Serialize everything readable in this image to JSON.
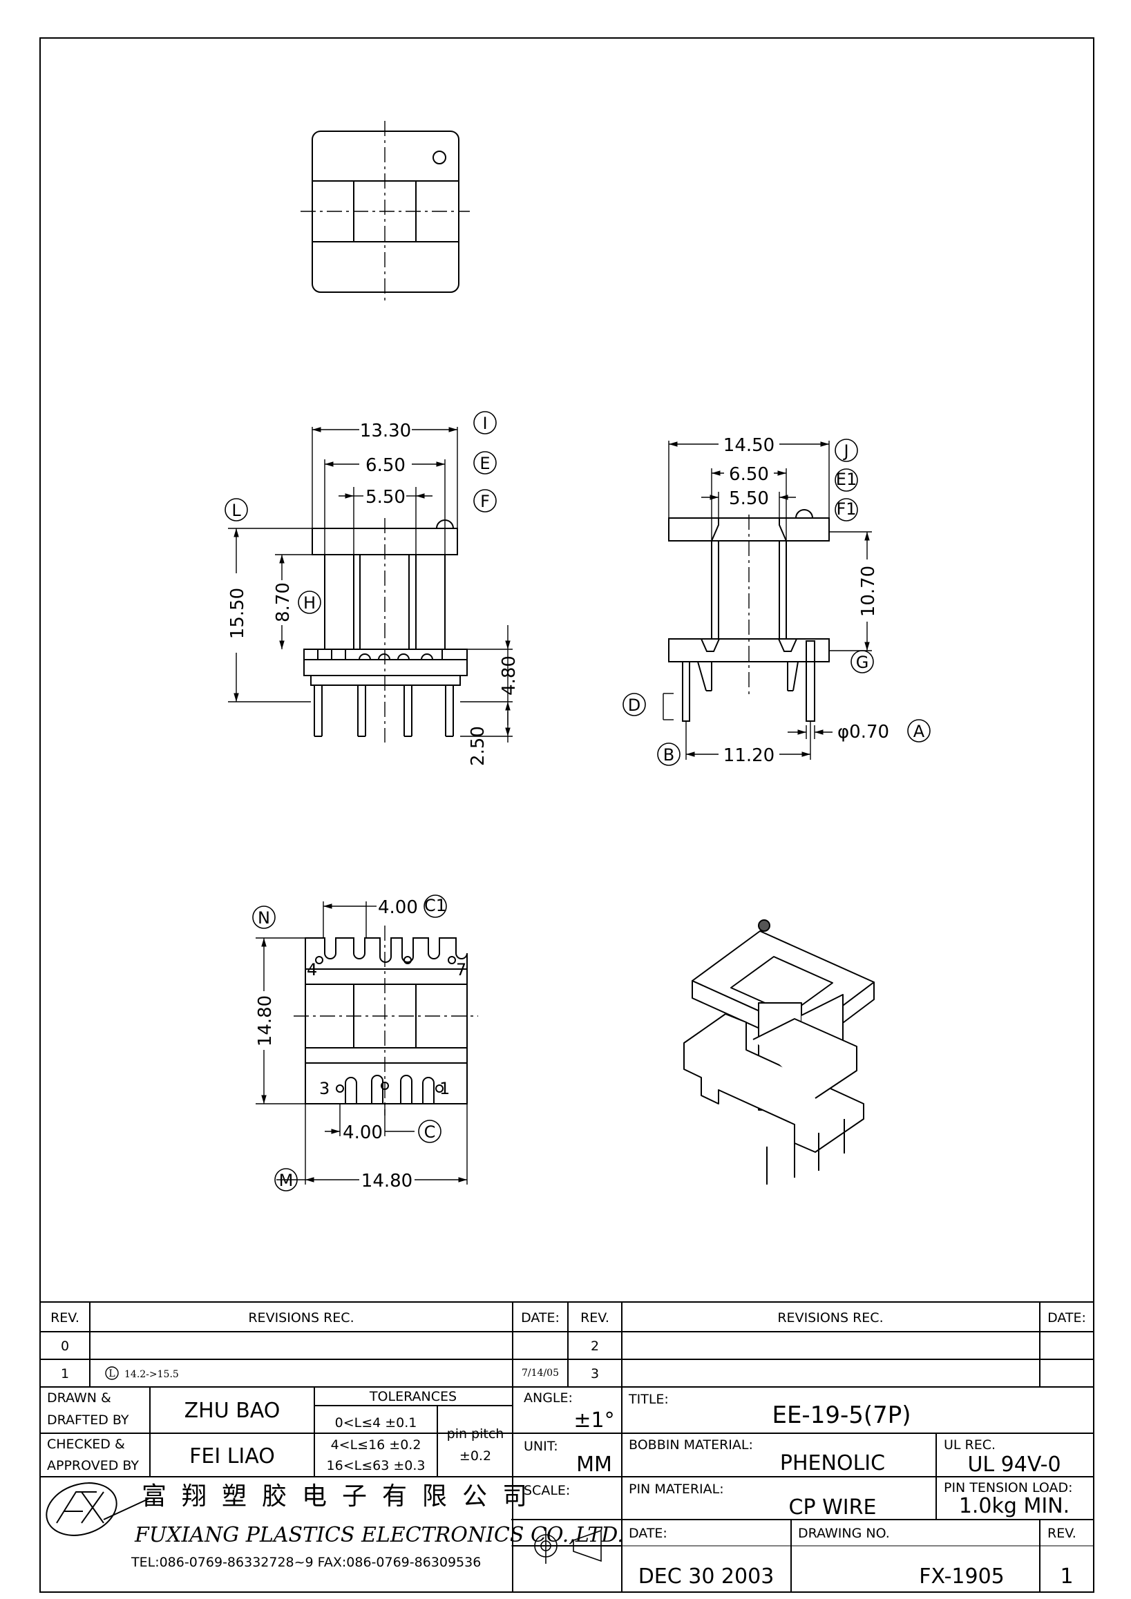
{
  "views": {
    "front": {
      "dim_13_30": "13.30",
      "dim_6_50": "6.50",
      "dim_5_50": "5.50",
      "dim_15_50": "15.50",
      "dim_8_70": "8.70",
      "dim_4_80": "4.80",
      "dim_2_50": "2.50",
      "label_I": "I",
      "label_E": "E",
      "label_F": "F",
      "label_L": "L",
      "label_H": "H"
    },
    "side": {
      "dim_14_50": "14.50",
      "dim_6_50": "6.50",
      "dim_5_50": "5.50",
      "dim_10_70": "10.70",
      "dim_11_20": "11.20",
      "dim_pin": "φ0.70",
      "label_J": "J",
      "label_E1": "E1",
      "label_F1": "F1",
      "label_G": "G",
      "label_D": "D",
      "label_B": "B",
      "label_A": "A"
    },
    "bottom": {
      "dim_4_00_top": "4.00",
      "dim_14_80_v": "14.80",
      "dim_4_00_bot": "4.00",
      "dim_14_80_h": "14.80",
      "label_N": "N",
      "label_C1": "C1",
      "label_C": "C",
      "label_M": "M",
      "pin_4": "4",
      "pin_7": "7",
      "pin_3": "3",
      "pin_1": "1"
    }
  },
  "title_block": {
    "rev_header": "REV.",
    "revisions_header": "REVISIONS   REC.",
    "date_header": "DATE:",
    "rev_rows_left": [
      {
        "rev": "0",
        "desc": "",
        "date": ""
      },
      {
        "rev": "1",
        "desc": "14.2->15.5",
        "date": "7/14/05"
      }
    ],
    "rev_rows_right": [
      {
        "rev": "2",
        "desc": "",
        "date": ""
      },
      {
        "rev": "3",
        "desc": "",
        "date": ""
      }
    ],
    "drawn_label_1": "DRAWN  &",
    "drawn_label_2": "DRAFTED  BY",
    "drawn_by": "ZHU  BAO",
    "checked_label_1": "CHECKED  &",
    "checked_label_2": "APPROVED  BY",
    "checked_by": "FEI  LIAO",
    "tolerances_header": "TOLERANCES",
    "tol_1": "0<L≤4   ±0.1",
    "tol_2": "4<L≤16  ±0.2",
    "tol_3": "16<L≤63  ±0.3",
    "pin_pitch_1": "pin  pitch",
    "pin_pitch_2": "±0.2",
    "angle_label": "ANGLE:",
    "angle_value": "±1°",
    "unit_label": "UNIT:",
    "unit_value": "MM",
    "scale_label": "SCALE:",
    "title_label": "TITLE:",
    "title_value": "EE-19-5(7P)",
    "bobbin_label": "BOBBIN  MATERIAL:",
    "bobbin_value": "PHENOLIC",
    "ul_label": "UL  REC.",
    "ul_value": "UL  94V-0",
    "pin_material_label": "PIN  MATERIAL:",
    "pin_material_value": "CP  WIRE",
    "pin_tension_label": "PIN  TENSION  LOAD:",
    "pin_tension_value": "1.0kg  MIN.",
    "date_label": "DATE:",
    "date_value": "DEC  30  2003",
    "drawing_no_label": "DRAWING  NO.",
    "drawing_no_value": "FX-1905",
    "rev_label": "REV.",
    "rev_value": "1",
    "company_cn": "富翔塑胶电子有限公司",
    "company_en": "FUXIANG PLASTICS ELECTRONICS CO.,LTD.",
    "tel": "TEL:086-0769-86332728~9  FAX:086-0769-86309536"
  }
}
